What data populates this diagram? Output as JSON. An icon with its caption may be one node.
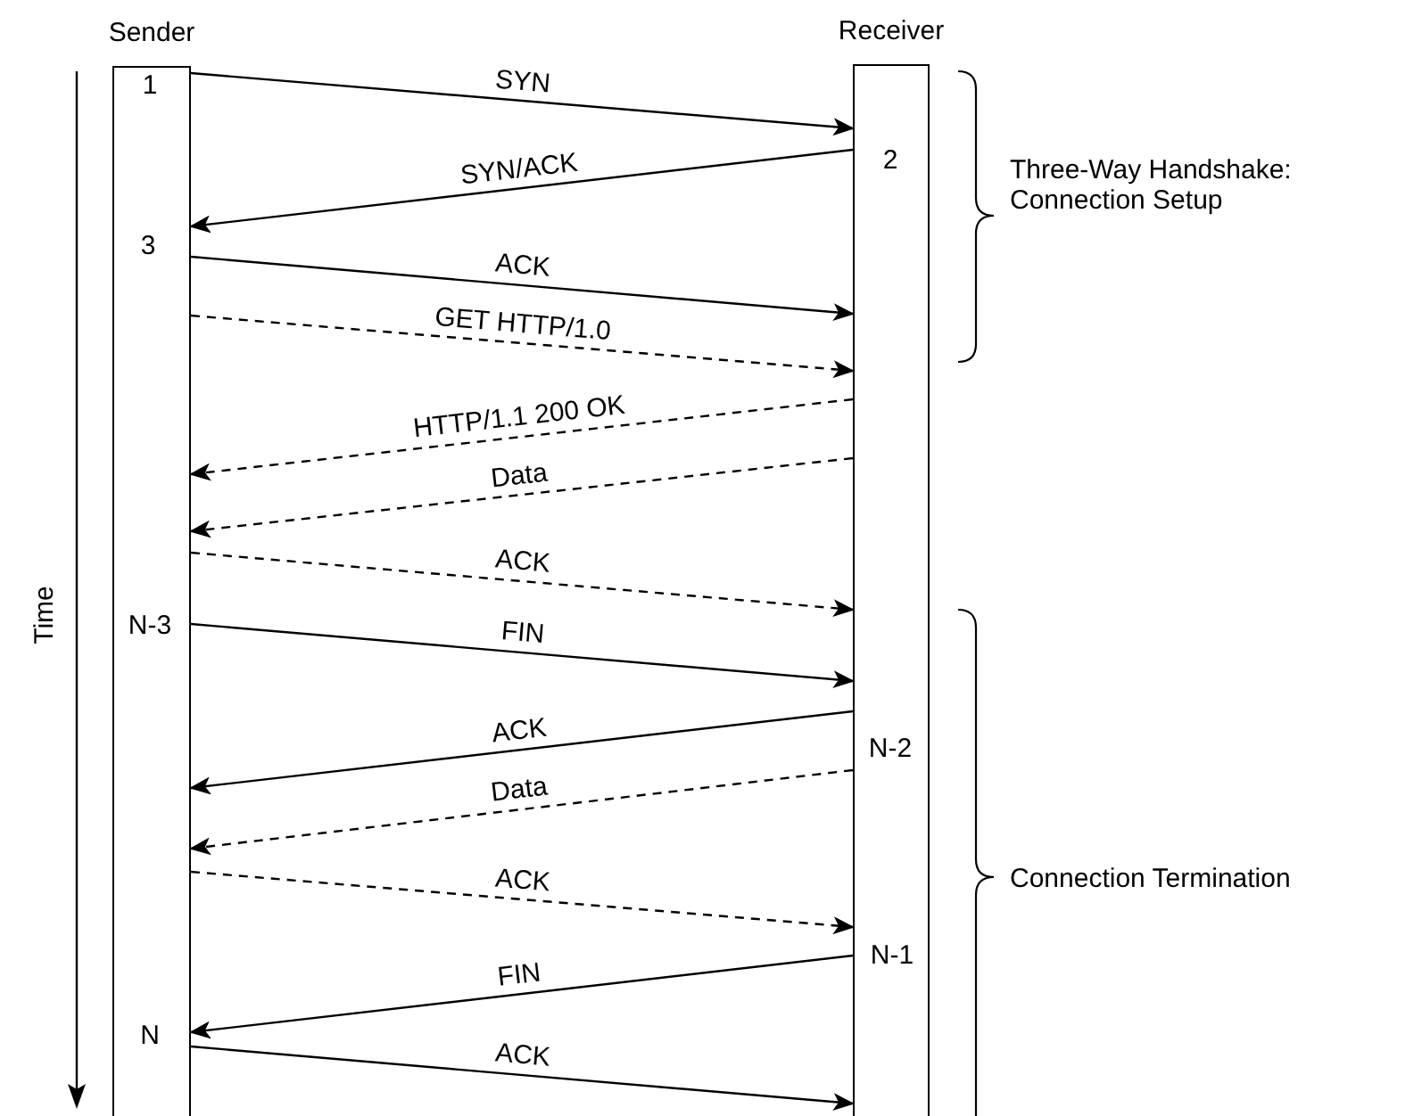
{
  "diagram": {
    "nodes": [
      {
        "text": [
          "Sender"
        ]
      },
      {
        "text": [
          "Receiver"
        ]
      }
    ],
    "edges": [
      {
        "from": 0,
        "to": 1,
        "arrow": "to",
        "label": "SYN"
      },
      {
        "from": 1,
        "to": 0,
        "arrow": "to",
        "label": "SYN/ACK"
      },
      {
        "from": 0,
        "to": 1,
        "arrow": "to",
        "label": "ACK"
      },
      {
        "from": 0,
        "to": 1,
        "arrow": "to",
        "label": "GET HTTP/1.0",
        "style": "dashed"
      },
      {
        "from": 1,
        "to": 0,
        "arrow": "to",
        "label": "HTTP/1.1 200 OK",
        "style": "dashed"
      },
      {
        "from": 1,
        "to": 0,
        "arrow": "to",
        "label": "Data",
        "style": "dashed"
      },
      {
        "from": 0,
        "to": 1,
        "arrow": "to",
        "label": "ACK",
        "style": "dashed"
      },
      {
        "from": 0,
        "to": 1,
        "arrow": "to",
        "label": "FIN"
      },
      {
        "from": 1,
        "to": 0,
        "arrow": "to",
        "label": "ACK"
      },
      {
        "from": 1,
        "to": 0,
        "arrow": "to",
        "label": "Data",
        "style": "dashed"
      },
      {
        "from": 0,
        "to": 1,
        "arrow": "to",
        "label": "ACK",
        "style": "dashed"
      },
      {
        "from": 1,
        "to": 0,
        "arrow": "to",
        "label": "FIN"
      },
      {
        "from": 0,
        "to": 1,
        "arrow": "to",
        "label": "ACK"
      }
    ],
    "labels": [
      "1",
      "2",
      "3",
      "Three-Way Handshake: Connection Setup",
      "Time",
      "N-3",
      "N-2",
      "Connection Termination",
      "N-1",
      "N"
    ]
  }
}
